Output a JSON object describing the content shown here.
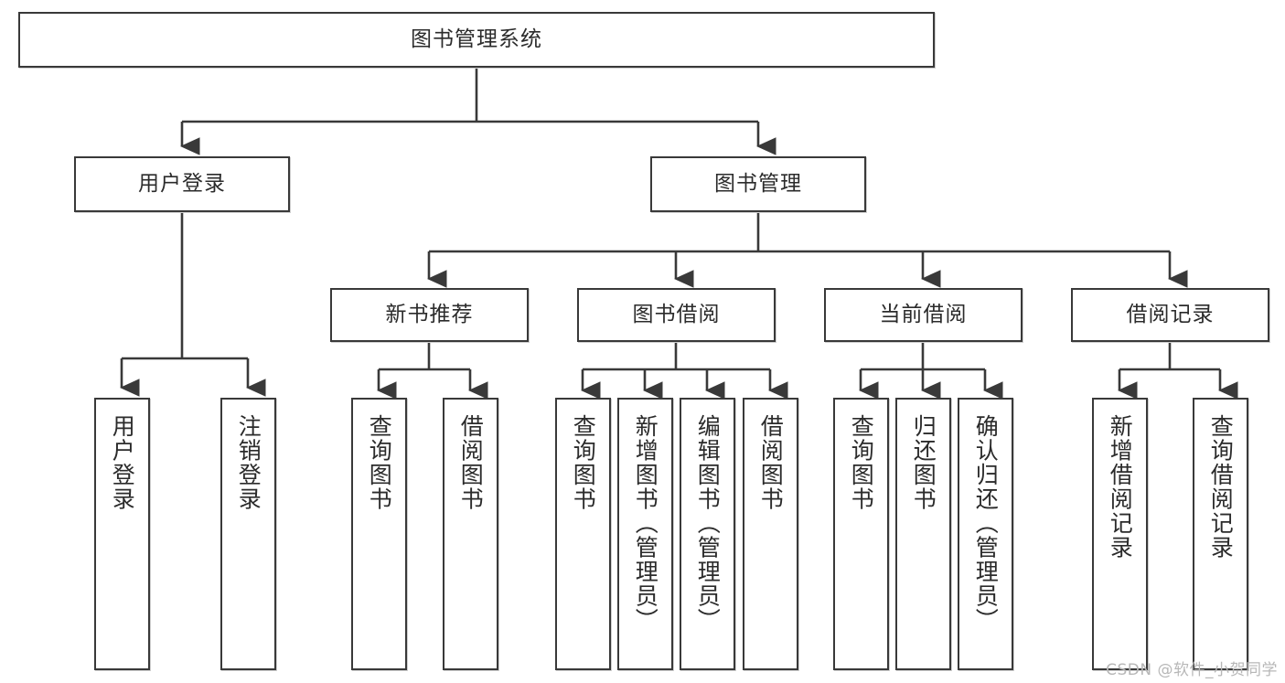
{
  "diagram": {
    "type": "tree-flowchart",
    "title": "图书管理系统",
    "orientation": "top-down",
    "line_color": "#393939",
    "box_fill": "#ffffff",
    "text_color": "#2b2b2b",
    "levels": 4,
    "nodes": {
      "root": {
        "label": "图书管理系统"
      },
      "l2": [
        {
          "label": "用户登录"
        },
        {
          "label": "图书管理"
        }
      ],
      "l3": [
        {
          "label": "新书推荐"
        },
        {
          "label": "图书借阅"
        },
        {
          "label": "当前借阅"
        },
        {
          "label": "借阅记录"
        }
      ],
      "leaves_user_login": [
        {
          "label": "用户登录"
        },
        {
          "label": "注销登录"
        }
      ],
      "leaves_new_book": [
        {
          "label": "查询图书"
        },
        {
          "label": "借阅图书"
        }
      ],
      "leaves_borrow": [
        {
          "label": "查询图书"
        },
        {
          "label": "新增图书（管理员）"
        },
        {
          "label": "编辑图书（管理员）"
        },
        {
          "label": "借阅图书"
        }
      ],
      "leaves_current": [
        {
          "label": "查询图书"
        },
        {
          "label": "归还图书"
        },
        {
          "label": "确认归还（管理员）"
        }
      ],
      "leaves_records": [
        {
          "label": "新增借阅记录"
        },
        {
          "label": "查询借阅记录"
        }
      ]
    }
  },
  "watermark": {
    "text": "CSDN @软件_小贺同学"
  }
}
